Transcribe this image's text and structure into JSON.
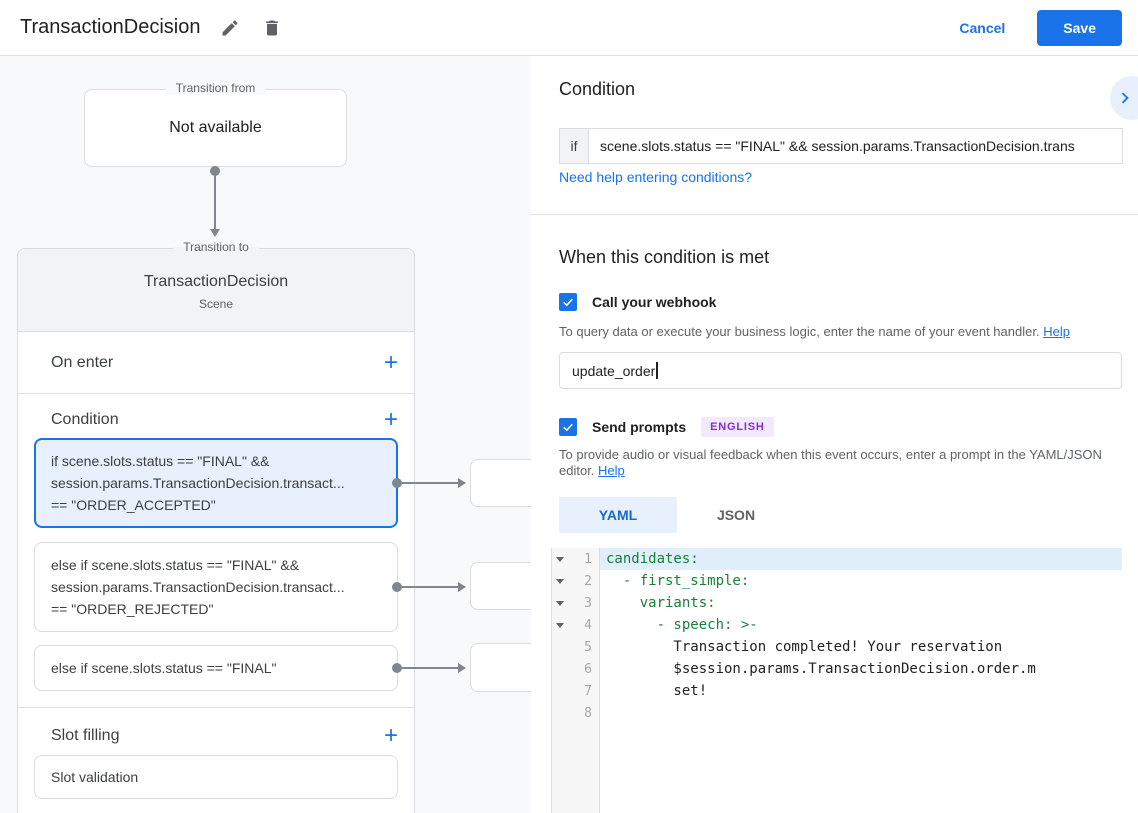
{
  "header": {
    "title": "TransactionDecision",
    "cancel_label": "Cancel",
    "save_label": "Save"
  },
  "flow": {
    "transition_from": {
      "label": "Transition from",
      "content": "Not available"
    },
    "scene": {
      "label": "Transition to",
      "title": "TransactionDecision",
      "subtitle": "Scene",
      "add_icon": "+",
      "on_enter_label": "On enter",
      "condition_label": "Condition",
      "condition_cards": [
        {
          "lines": [
            "if scene.slots.status == \"FINAL\" &&",
            "session.params.TransactionDecision.transact...",
            "== \"ORDER_ACCEPTED\""
          ]
        },
        {
          "lines": [
            "else if scene.slots.status == \"FINAL\" &&",
            "session.params.TransactionDecision.transact...",
            "== \"ORDER_REJECTED\""
          ]
        },
        {
          "lines": [
            "else if scene.slots.status == \"FINAL\""
          ]
        }
      ],
      "slot_filling_label": "Slot filling",
      "slot_card": "Slot validation"
    }
  },
  "detail": {
    "condition_header": "Condition",
    "if_label": "if",
    "if_value": "scene.slots.status == \"FINAL\" && session.params.TransactionDecision.trans",
    "need_help_link": "Need help entering conditions?",
    "when_met_title": "When this condition is met",
    "webhook": {
      "checkbox_label": "Call your webhook",
      "description": "To query data or execute your business logic, enter the name of your event handler.",
      "help_label": "Help",
      "input_value": "update_order"
    },
    "prompts": {
      "checkbox_label": "Send prompts",
      "badge": "ENGLISH",
      "description": "To provide audio or visual feedback when this event occurs, enter a prompt in the YAML/JSON editor.",
      "help_label": "Help",
      "yaml_tab": "YAML",
      "json_tab": "JSON"
    },
    "editor": {
      "lines": [
        {
          "number": "1",
          "text": "candidates:"
        },
        {
          "number": "2",
          "text": "  - first_simple:"
        },
        {
          "number": "3",
          "text": "    variants:"
        },
        {
          "number": "4",
          "text": "      - speech: >-"
        },
        {
          "number": "5",
          "text": "        Transaction completed! Your reservation"
        },
        {
          "number": "6",
          "text": "        $session.params.TransactionDecision.order.m"
        },
        {
          "number": "7",
          "text": "        set!"
        },
        {
          "number": "8",
          "text": ""
        }
      ]
    }
  },
  "colors": {
    "accent": "#1a73e8",
    "selected_card_bg": "#e8f0fe",
    "badge_text": "#8430ce",
    "yaml_key": "#188038"
  }
}
